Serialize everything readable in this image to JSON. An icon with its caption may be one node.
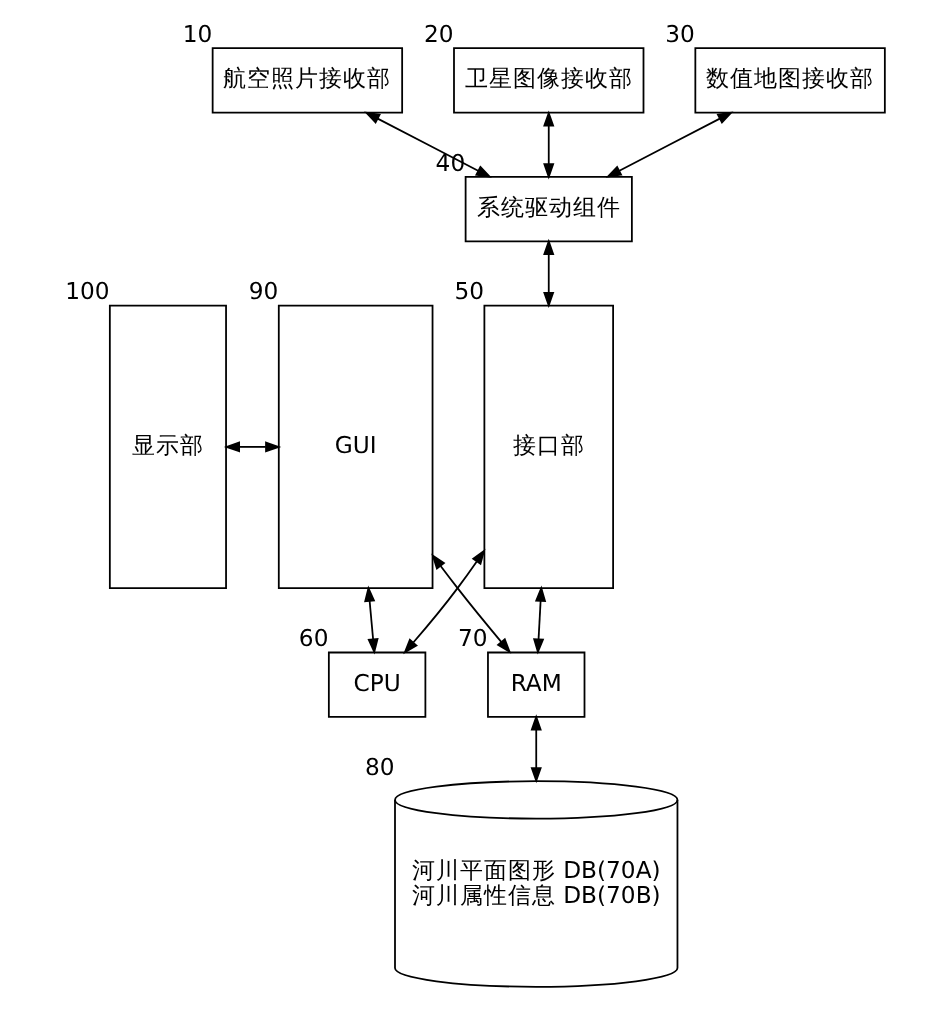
{
  "diagram": {
    "nodes": [
      {
        "text": [
          "航空照片接收部"
        ],
        "beside": [
          "10"
        ]
      },
      {
        "text": [
          "卫星图像接收部"
        ],
        "beside": [
          "20"
        ]
      },
      {
        "text": [
          "数值地图接收部"
        ],
        "beside": [
          "30"
        ]
      },
      {
        "text": [
          "系统驱动组件"
        ],
        "beside": [
          "40"
        ]
      },
      {
        "text": [
          "显示部"
        ],
        "beside": [
          "100"
        ]
      },
      {
        "text": [
          "GUI"
        ],
        "beside": [
          "90"
        ]
      },
      {
        "text": [
          "CPU"
        ],
        "beside": [
          "60"
        ]
      },
      {
        "text": [
          "接口部"
        ],
        "beside": [
          "50"
        ]
      },
      {
        "text": [
          "RAM"
        ],
        "beside": [
          "70"
        ]
      },
      {
        "text": [
          "河川平面图形 DB(70A)",
          "河川属性信息 DB(70B)"
        ],
        "beside": [
          "80"
        ]
      }
    ],
    "edges": [
      {
        "from": 0,
        "to": 3,
        "arrow": "both"
      },
      {
        "from": 1,
        "to": 3,
        "arrow": "both"
      },
      {
        "from": 2,
        "to": 3,
        "arrow": "both"
      },
      {
        "from": 3,
        "to": 7,
        "arrow": "both"
      },
      {
        "from": 4,
        "to": 5,
        "arrow": "both"
      },
      {
        "from": 5,
        "to": 6,
        "arrow": "both"
      },
      {
        "from": 5,
        "to": 8,
        "arrow": "both"
      },
      {
        "from": 6,
        "to": 7,
        "arrow": "both"
      },
      {
        "from": 8,
        "to": 7,
        "arrow": "both"
      },
      {
        "from": 8,
        "to": 9,
        "arrow": "both"
      }
    ]
  }
}
